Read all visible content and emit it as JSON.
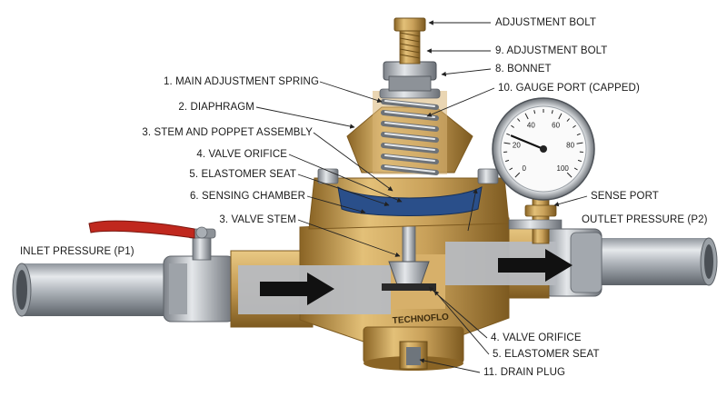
{
  "labels": {
    "adjustment_bolt_top": "ADJUSTMENT BOLT",
    "adjustment_bolt_9": "9. ADJUSTMENT BOLT",
    "bonnet": "8. BONNET",
    "gauge_port": "10. GAUGE PORT (CAPPED)",
    "main_spring": "1. MAIN ADJUSTMENT SPRING",
    "diaphragm": "2. DIAPHRAGM",
    "stem_poppet": "3. STEM AND POPPET ASSEMBLY",
    "valve_orifice_upper": "4. VALVE ORIFICE",
    "elastomer_seat_upper": "5. ELASTOMER SEAT",
    "sensing_chamber": "6. SENSING CHAMBER",
    "valve_stem": "3. VALVE STEM",
    "sense_port": "SENSE PORT",
    "outlet_pressure": "OUTLET PRESSURE (P2)",
    "inlet_pressure": "INLET PRESSURE (P1)",
    "valve_orifice_lower": "4. VALVE ORIFICE",
    "elastomer_seat_lower": "5. ELASTOMER SEAT",
    "drain_plug": "11. DRAIN PLUG"
  },
  "body_brand": "TECHNOFLO",
  "gauge": {
    "ticks": [
      "0",
      "20",
      "40",
      "60",
      "80",
      "100"
    ],
    "needle_value": 25
  },
  "colors": {
    "brass": "#c9a15a",
    "brass_dark": "#8a6425",
    "steel": "#b8bcc2",
    "diaphragm": "#2a4f8a",
    "handle": "#c0281e"
  }
}
